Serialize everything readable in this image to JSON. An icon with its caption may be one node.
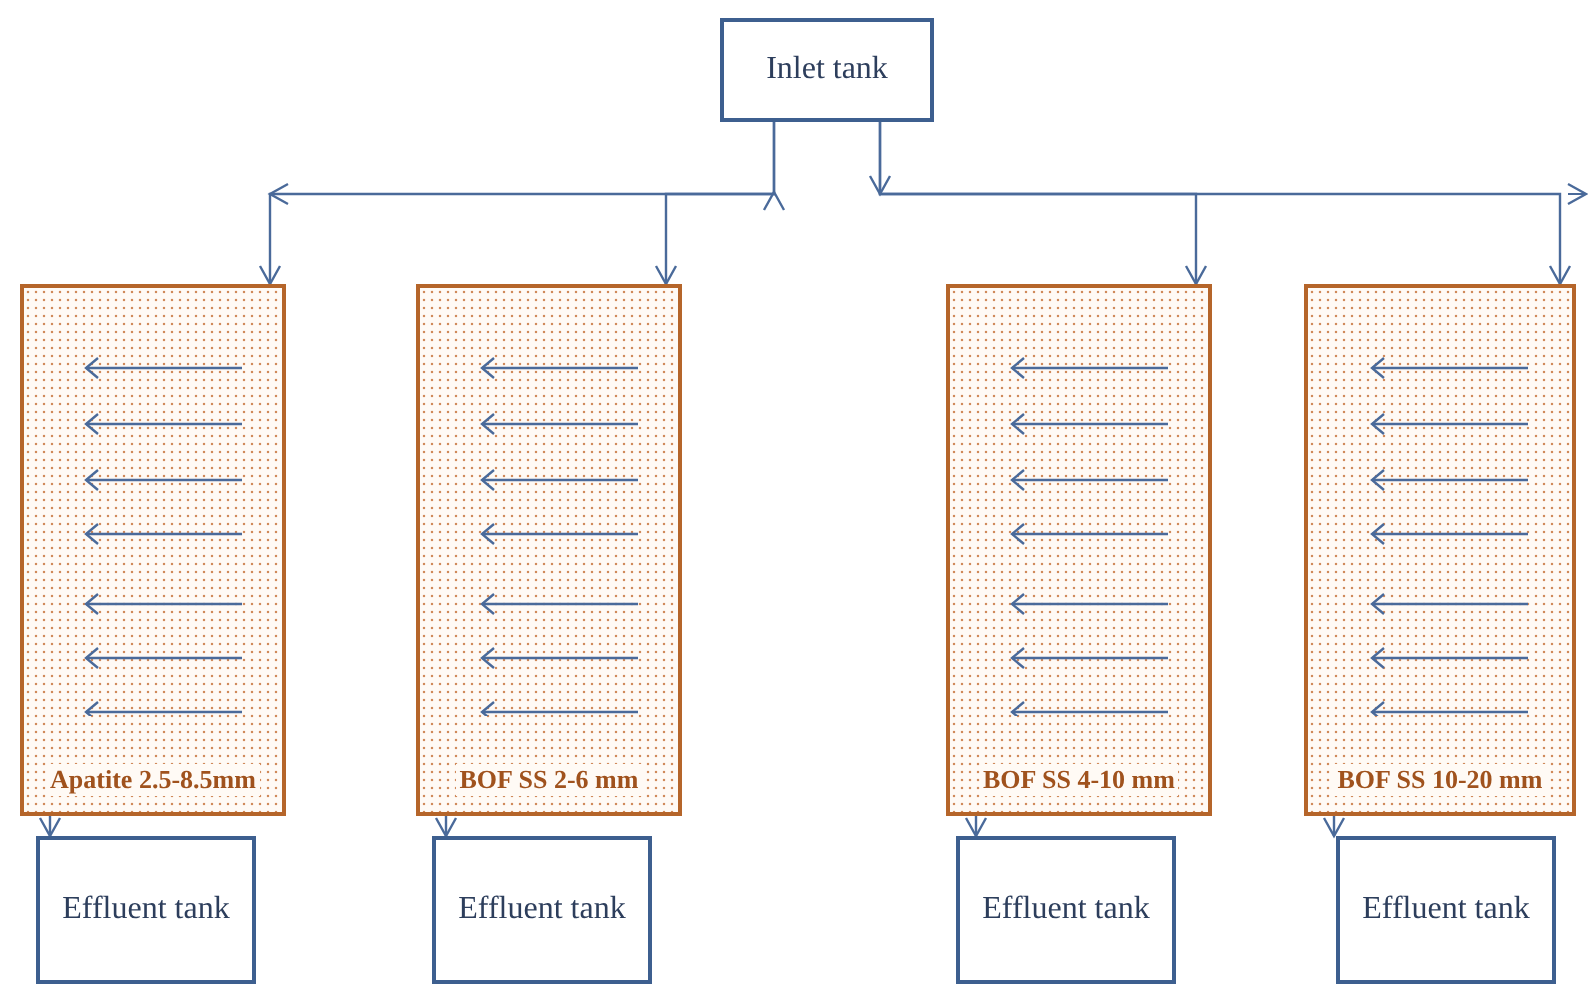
{
  "diagram": {
    "nodes": [
      {
        "text": [
          "Inlet tank"
        ]
      },
      {
        "text": [
          "Apatite 2.5-8.5mm"
        ]
      },
      {
        "text": [
          "BOF SS 2-6 mm"
        ]
      },
      {
        "text": [
          "BOF SS 4-10 mm"
        ]
      },
      {
        "text": [
          "BOF SS 10-20 mm"
        ]
      },
      {
        "text": [
          "Effluent tank"
        ]
      },
      {
        "text": [
          "Effluent tank"
        ]
      },
      {
        "text": [
          "Effluent tank"
        ]
      },
      {
        "text": [
          "Effluent tank"
        ]
      }
    ],
    "edges": [
      {
        "from": 0,
        "to": 1,
        "arrow": "to"
      },
      {
        "from": 0,
        "to": 2,
        "arrow": "to"
      },
      {
        "from": 0,
        "to": 3,
        "arrow": "to"
      },
      {
        "from": 0,
        "to": 4,
        "arrow": "to"
      },
      {
        "from": 1,
        "to": 5,
        "arrow": "to"
      },
      {
        "from": 2,
        "to": 6,
        "arrow": "to"
      },
      {
        "from": 3,
        "to": 7,
        "arrow": "to"
      },
      {
        "from": 4,
        "to": 8,
        "arrow": "to"
      }
    ]
  }
}
